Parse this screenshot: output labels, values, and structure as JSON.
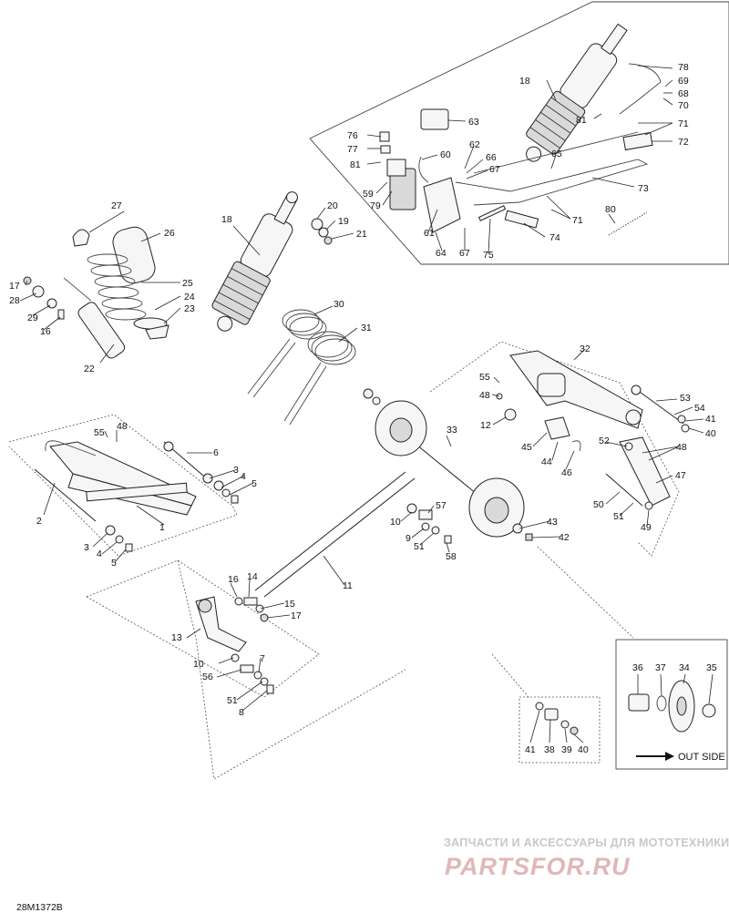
{
  "diagram_code": "28M1372B",
  "watermark": {
    "caption": "ЗАПЧАСТИ И АКСЕССУАРЫ ДЛЯ МОТОТЕХНИКИ",
    "brand": "PARTSFOR.RU"
  },
  "inset_label": "OUT SIDE",
  "callouts": {
    "c1": "1",
    "c2": "2",
    "c3a": "3",
    "c4a": "4",
    "c5a": "5",
    "c3b": "3",
    "c4b": "4",
    "c5b": "5",
    "c6": "6",
    "c7": "7",
    "c8": "8",
    "c9": "9",
    "c10a": "10",
    "c10b": "10",
    "c11": "11",
    "c12": "12",
    "c13": "13",
    "c14": "14",
    "c15": "15",
    "c16a": "16",
    "c16b": "16",
    "c17a": "17",
    "c17b": "17",
    "c18a": "18",
    "c18b": "18",
    "c19": "19",
    "c20": "20",
    "c21": "21",
    "c22": "22",
    "c23": "23",
    "c24": "24",
    "c25": "25",
    "c26": "26",
    "c27": "27",
    "c28": "28",
    "c29": "29",
    "c30": "30",
    "c31": "31",
    "c32": "32",
    "c33": "33",
    "c34": "34",
    "c35": "35",
    "c36": "36",
    "c37": "37",
    "c38": "38",
    "c39": "39",
    "c40a": "40",
    "c40b": "40",
    "c41a": "41",
    "c41b": "41",
    "c42": "42",
    "c43": "43",
    "c44": "44",
    "c45": "45",
    "c46": "46",
    "c47": "47",
    "c48a": "48",
    "c48b": "48",
    "c48c": "48",
    "c49": "49",
    "c50": "50",
    "c51a": "51",
    "c51b": "51",
    "c51c": "51",
    "c52": "52",
    "c53": "53",
    "c54": "54",
    "c55a": "55",
    "c55b": "55",
    "c56": "56",
    "c57": "57",
    "c58": "58",
    "c59": "59",
    "c60": "60",
    "c61": "61",
    "c62": "62",
    "c63": "63",
    "c64": "64",
    "c65": "65",
    "c66": "66",
    "c67a": "67",
    "c67b": "67",
    "c68": "68",
    "c69": "69",
    "c70": "70",
    "c71a": "71",
    "c71b": "71",
    "c72": "72",
    "c73": "73",
    "c74": "74",
    "c75": "75",
    "c76": "76",
    "c77": "77",
    "c78": "78",
    "c79": "79",
    "c80": "80",
    "c81a": "81",
    "c81b": "81"
  }
}
